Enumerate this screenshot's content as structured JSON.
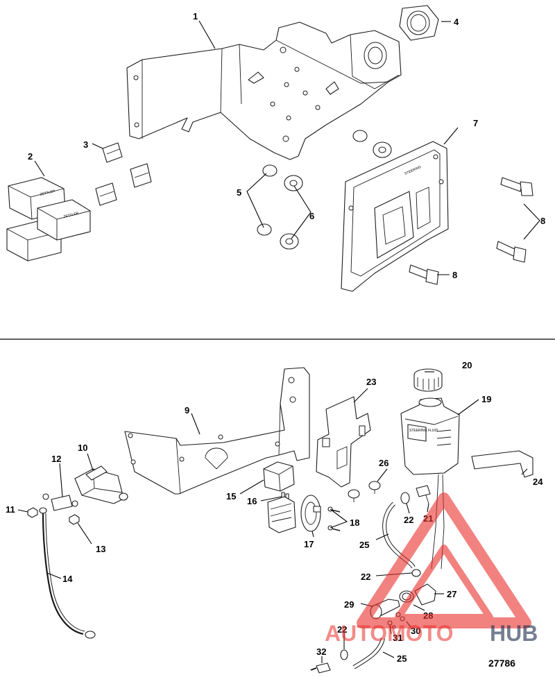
{
  "callouts": {
    "c1": "1",
    "c2": "2",
    "c3": "3",
    "c4": "4",
    "c5": "5",
    "c6": "6",
    "c7": "7",
    "c8a": "8",
    "c8b": "8",
    "c9": "9",
    "c10": "10",
    "c11": "11",
    "c12": "12",
    "c13": "13",
    "c14": "14",
    "c15": "15",
    "c16": "16",
    "c17": "17",
    "c18": "18",
    "c19": "19",
    "c20": "20",
    "c21": "21",
    "c22a": "22",
    "c22b": "22",
    "c22c": "22",
    "c23": "23",
    "c24": "24",
    "c25a": "25",
    "c25b": "25",
    "c26": "26",
    "c27": "27",
    "c28": "28",
    "c29": "29",
    "c30": "30",
    "c31": "31",
    "c32": "32"
  },
  "figure_number": "27786",
  "watermark": {
    "part1": "AUTOMOTO",
    "part2": "HUB",
    "color_red": "#e8302c",
    "color_navy": "#1b2a4a"
  },
  "relay_label": "ZETTLER",
  "module_label": "STEERING",
  "reservoir_label": "STEERING FLUID"
}
